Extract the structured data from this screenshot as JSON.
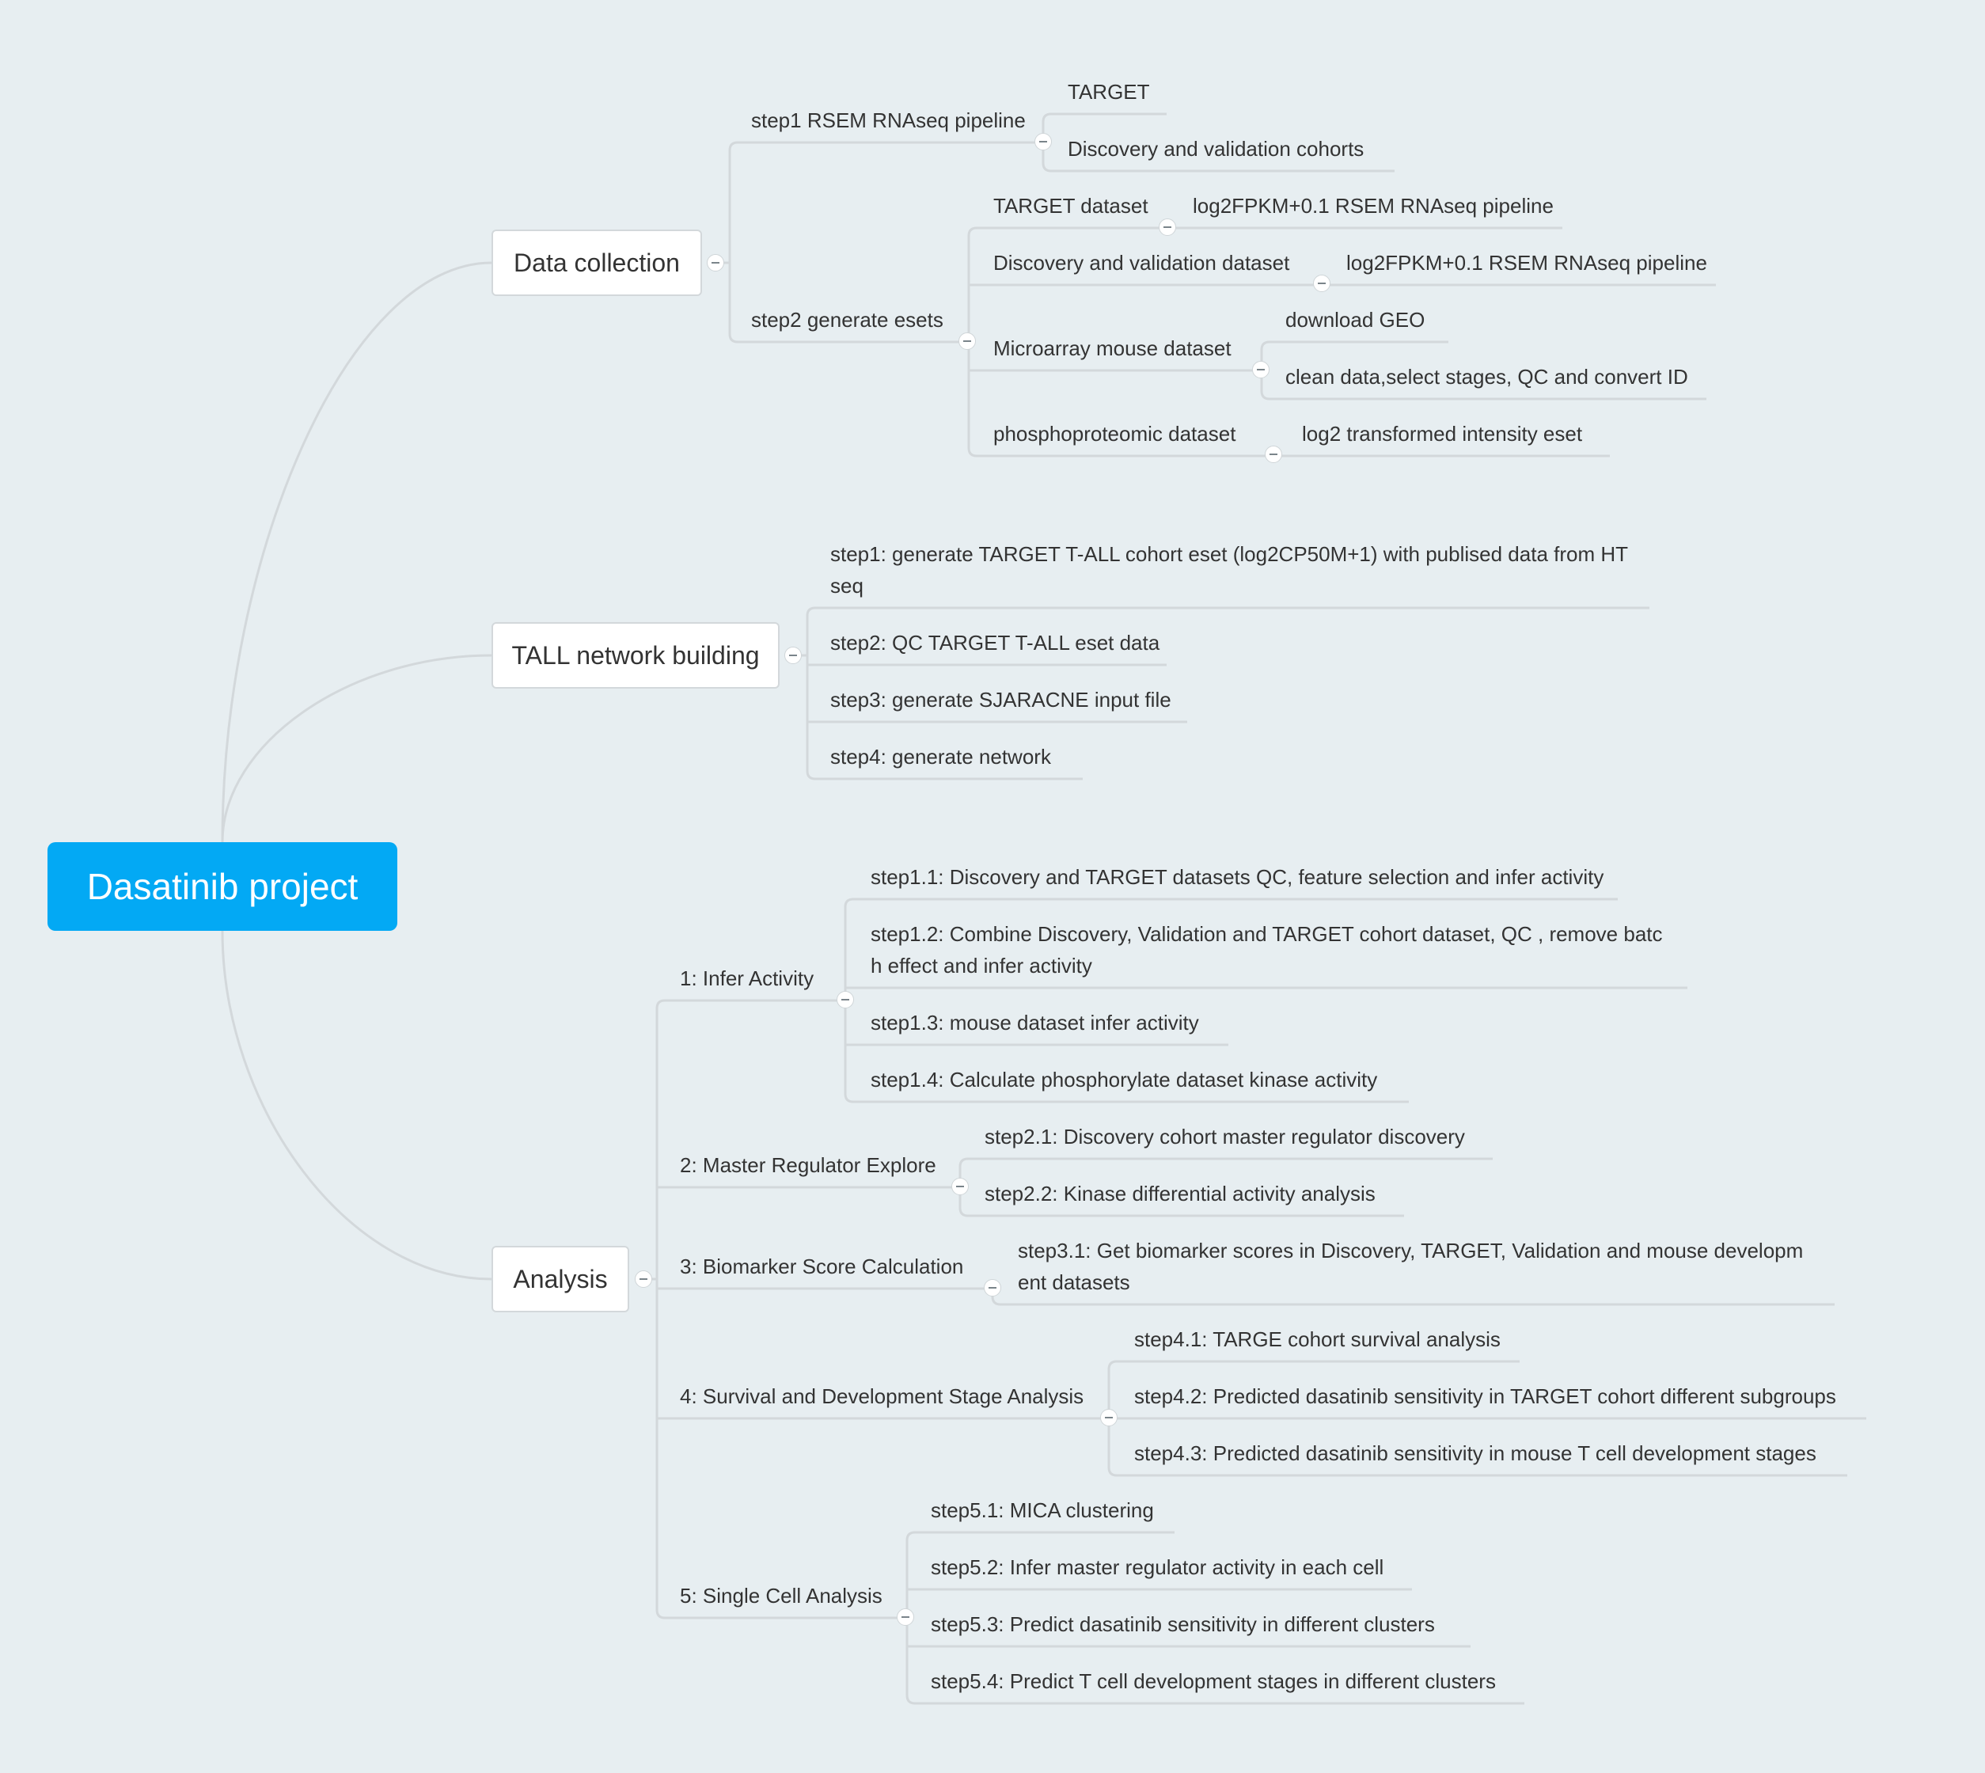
{
  "root": {
    "label": "Dasatinib project"
  },
  "branches": [
    {
      "label": "Data collection",
      "children": [
        {
          "label": "step1 RSEM RNAseq pipeline",
          "children": [
            {
              "label": "TARGET"
            },
            {
              "label": "Discovery and validation cohorts"
            }
          ]
        },
        {
          "label": "step2 generate esets",
          "children": [
            {
              "label": "TARGET dataset",
              "children": [
                {
                  "label": "log2FPKM+0.1 RSEM RNAseq pipeline"
                }
              ]
            },
            {
              "label": "Discovery and validation dataset",
              "children": [
                {
                  "label": "log2FPKM+0.1 RSEM RNAseq pipeline"
                }
              ]
            },
            {
              "label": "Microarray mouse dataset",
              "children": [
                {
                  "label": "download GEO"
                },
                {
                  "label": "clean data,select stages, QC and convert ID"
                }
              ]
            },
            {
              "label": "phosphoproteomic dataset",
              "children": [
                {
                  "label": "log2 transformed intensity eset"
                }
              ]
            }
          ]
        }
      ]
    },
    {
      "label": "TALL network building",
      "children": [
        {
          "label": "step1: generate TARGET T-ALL cohort eset (log2CP50M+1) with publised data from HT",
          "label2": "seq"
        },
        {
          "label": "step2: QC TARGET T-ALL eset data"
        },
        {
          "label": "step3: generate SJARACNE input file"
        },
        {
          "label": "step4: generate network"
        }
      ]
    },
    {
      "label": "Analysis",
      "children": [
        {
          "label": "1: Infer Activity",
          "children": [
            {
              "label": "step1.1: Discovery and TARGET datasets QC, feature selection and infer activity"
            },
            {
              "label": "step1.2: Combine Discovery, Validation and TARGET cohort dataset, QC , remove batc",
              "label2": "h effect and infer activity"
            },
            {
              "label": "step1.3: mouse dataset infer activity"
            },
            {
              "label": "step1.4: Calculate phosphorylate dataset kinase activity"
            }
          ]
        },
        {
          "label": "2: Master Regulator Explore",
          "children": [
            {
              "label": "step2.1: Discovery cohort master regulator discovery"
            },
            {
              "label": "step2.2: Kinase differential activity analysis"
            }
          ]
        },
        {
          "label": "3: Biomarker Score Calculation",
          "children": [
            {
              "label": "step3.1: Get biomarker scores in Discovery, TARGET, Validation and mouse developm",
              "label2": "ent datasets"
            }
          ]
        },
        {
          "label": "4:  Survival and Development Stage Analysis",
          "children": [
            {
              "label": "step4.1: TARGE cohort survival analysis"
            },
            {
              "label": "step4.2: Predicted dasatinib sensitivity in TARGET cohort different subgroups"
            },
            {
              "label": "step4.3: Predicted dasatinib sensitivity in mouse T cell development stages"
            }
          ]
        },
        {
          "label": "5: Single Cell Analysis",
          "children": [
            {
              "label": "step5.1: MICA clustering"
            },
            {
              "label": "step5.2: Infer master regulator activity in each cell"
            },
            {
              "label": "step5.3: Predict dasatinib sensitivity in different clusters"
            },
            {
              "label": "step5.4: Predict T cell development stages in different clusters"
            }
          ]
        }
      ]
    }
  ]
}
